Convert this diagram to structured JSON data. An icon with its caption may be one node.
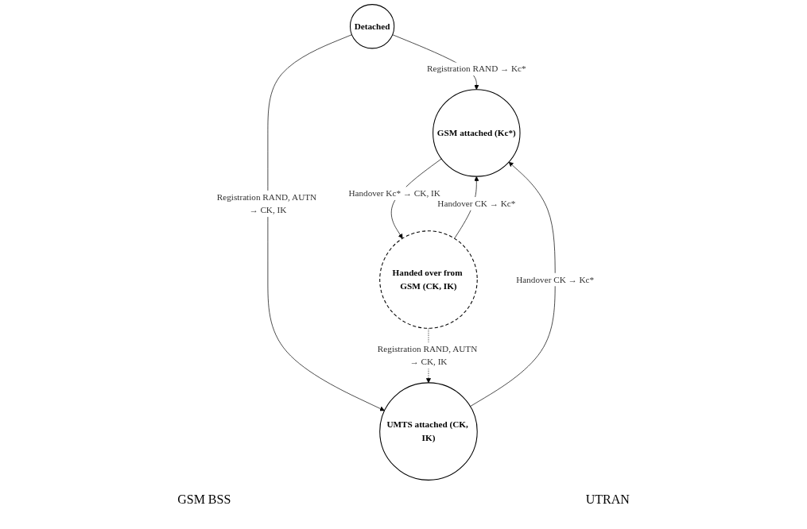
{
  "diagram": {
    "nodes": [
      {
        "text": [
          "Detached"
        ]
      },
      {
        "text": [
          "GSM attached (Kc*)"
        ]
      },
      {
        "text": [
          "UMTS attached (CK, IK)"
        ]
      },
      {
        "text": [
          "Handed over from GSM (CK, IK)"
        ]
      }
    ],
    "edges": [
      {
        "from": 0,
        "to": 1,
        "arrow": "to",
        "label": "Registration RAND → Kc*"
      },
      {
        "from": 0,
        "to": 2,
        "arrow": "to",
        "label": "Registration RAND, AUTN → CK, IK"
      },
      {
        "from": 2,
        "to": 1,
        "arrow": "to",
        "label": "Handover CK → Kc*"
      },
      {
        "from": 3,
        "to": 1,
        "arrow": "to",
        "label": "Handover CK → Kc*"
      },
      {
        "from": 1,
        "to": 3,
        "arrow": "to",
        "label": "Handover Kc* → CK, IK"
      },
      {
        "from": 3,
        "to": 2,
        "arrow": "to",
        "style": "dashed",
        "label": "Registration RAND, AUTN → CK, IK"
      }
    ],
    "labels": [
      "GSM BSS",
      "UTRAN"
    ]
  }
}
